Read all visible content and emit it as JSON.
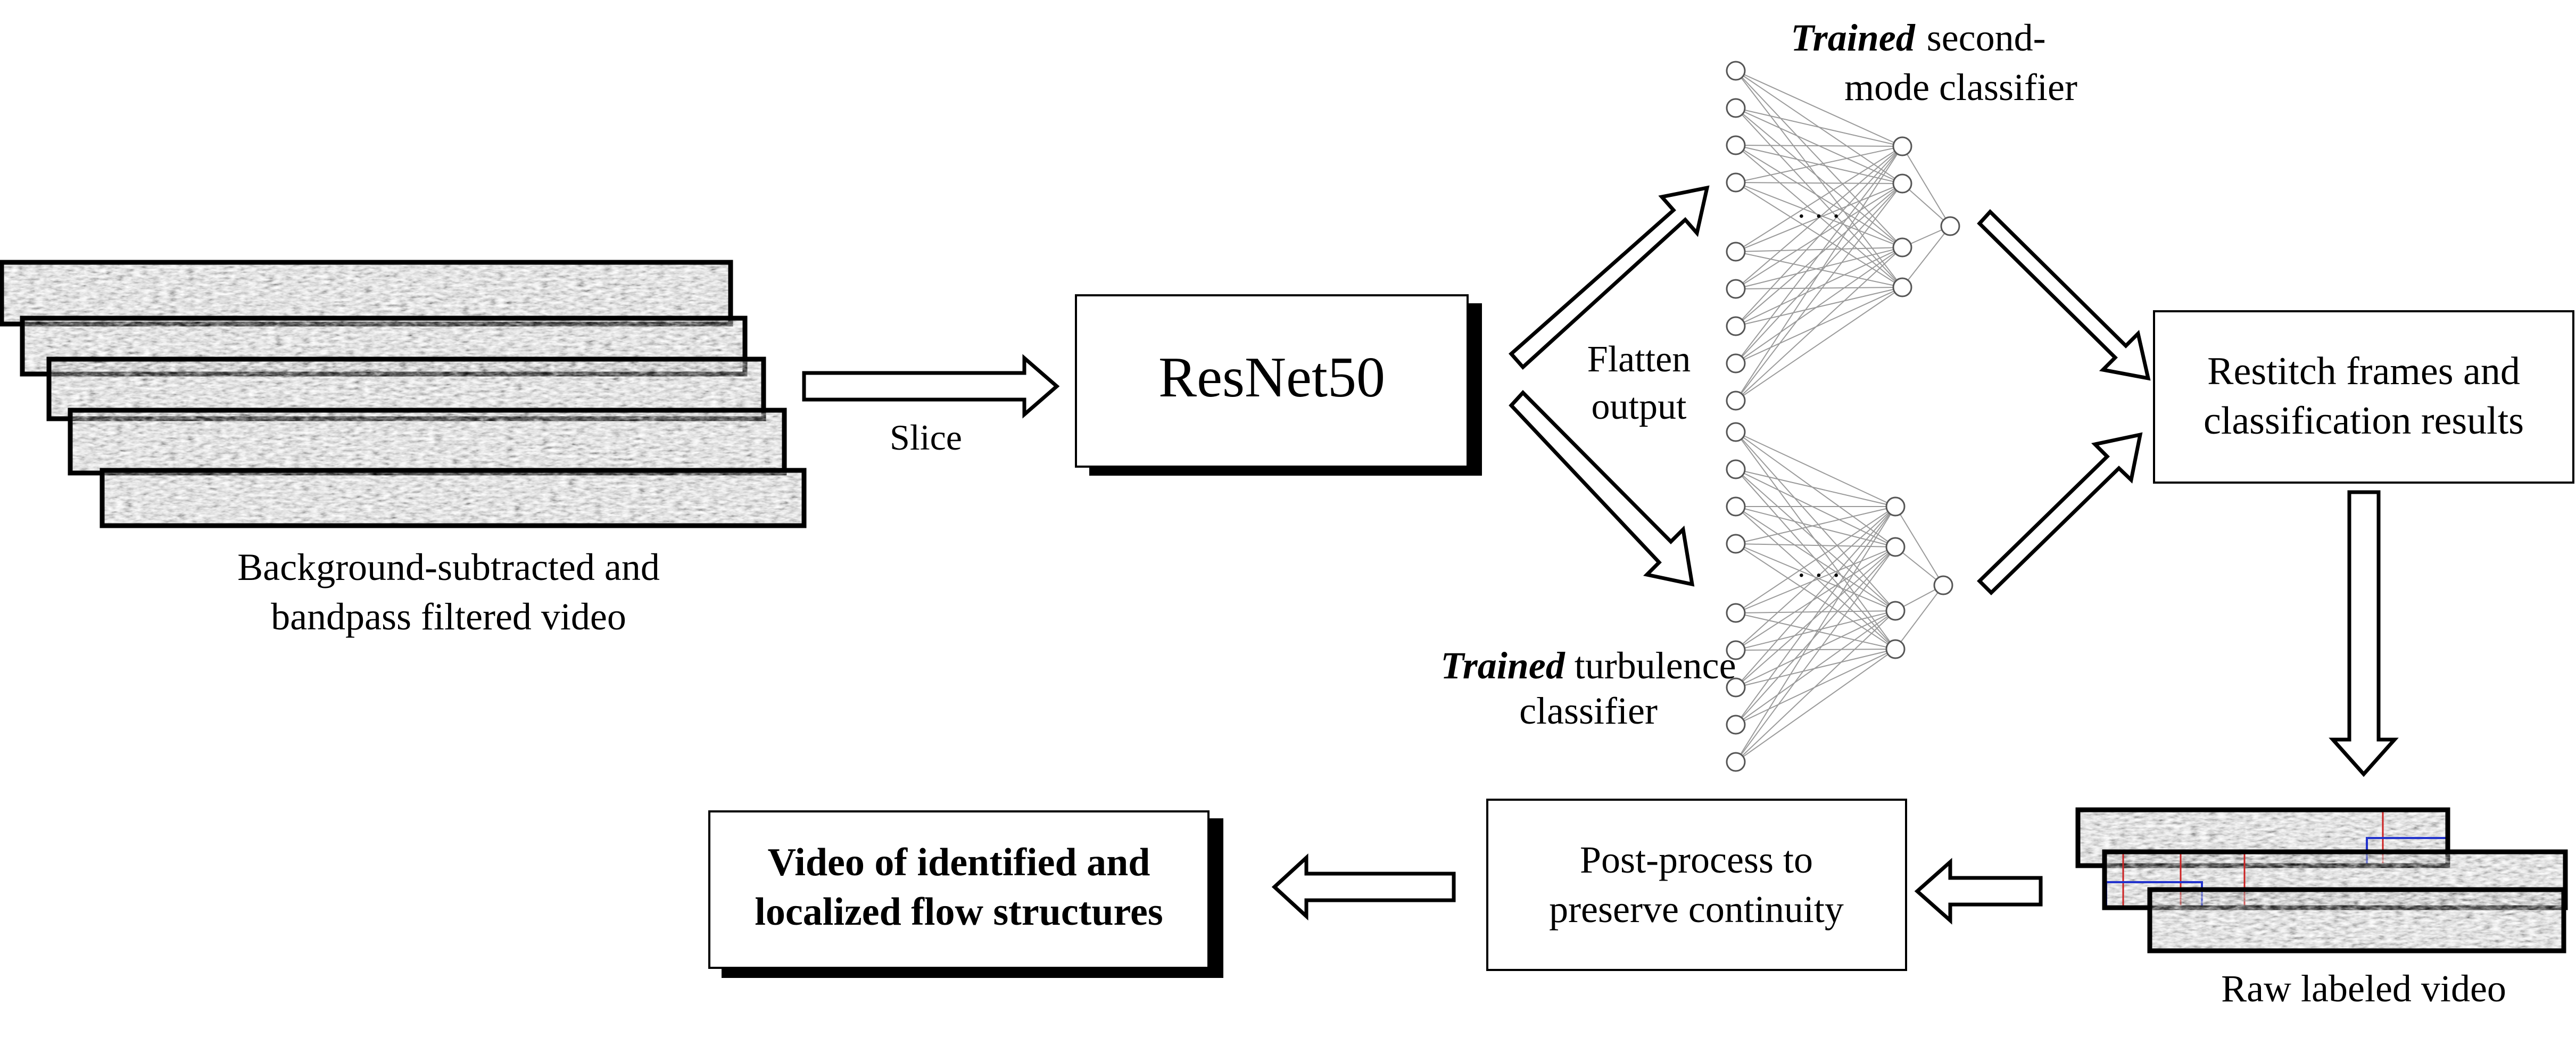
{
  "video_input": {
    "caption_line1": "Background-subtracted and",
    "caption_line2": "bandpass filtered video"
  },
  "slice_arrow": {
    "label": "Slice"
  },
  "resnet": {
    "label": "ResNet50"
  },
  "flatten": {
    "label_line1": "Flatten",
    "label_line2": "output"
  },
  "second_mode_classifier": {
    "label_emphasis": "Trained",
    "label_rest": "second-",
    "label_line2": "mode classifier",
    "ellipsis": "· · ·"
  },
  "turbulence_classifier": {
    "label_emphasis": "Trained",
    "label_rest": "turbulence",
    "label_line2": "classifier",
    "ellipsis": "· · ·"
  },
  "restitch": {
    "label_line1": "Restitch frames and",
    "label_line2": "classification results"
  },
  "raw_labeled": {
    "caption": "Raw labeled video"
  },
  "postprocess": {
    "label_line1": "Post-process to",
    "label_line2": "preserve continuity"
  },
  "final_output": {
    "label_line1": "Video of identified and",
    "label_line2": "localized flow structures"
  },
  "colors": {
    "stroke": "#000000",
    "label_red": "#cc2222",
    "label_blue": "#2233cc",
    "net_line": "#9a9a9a"
  }
}
